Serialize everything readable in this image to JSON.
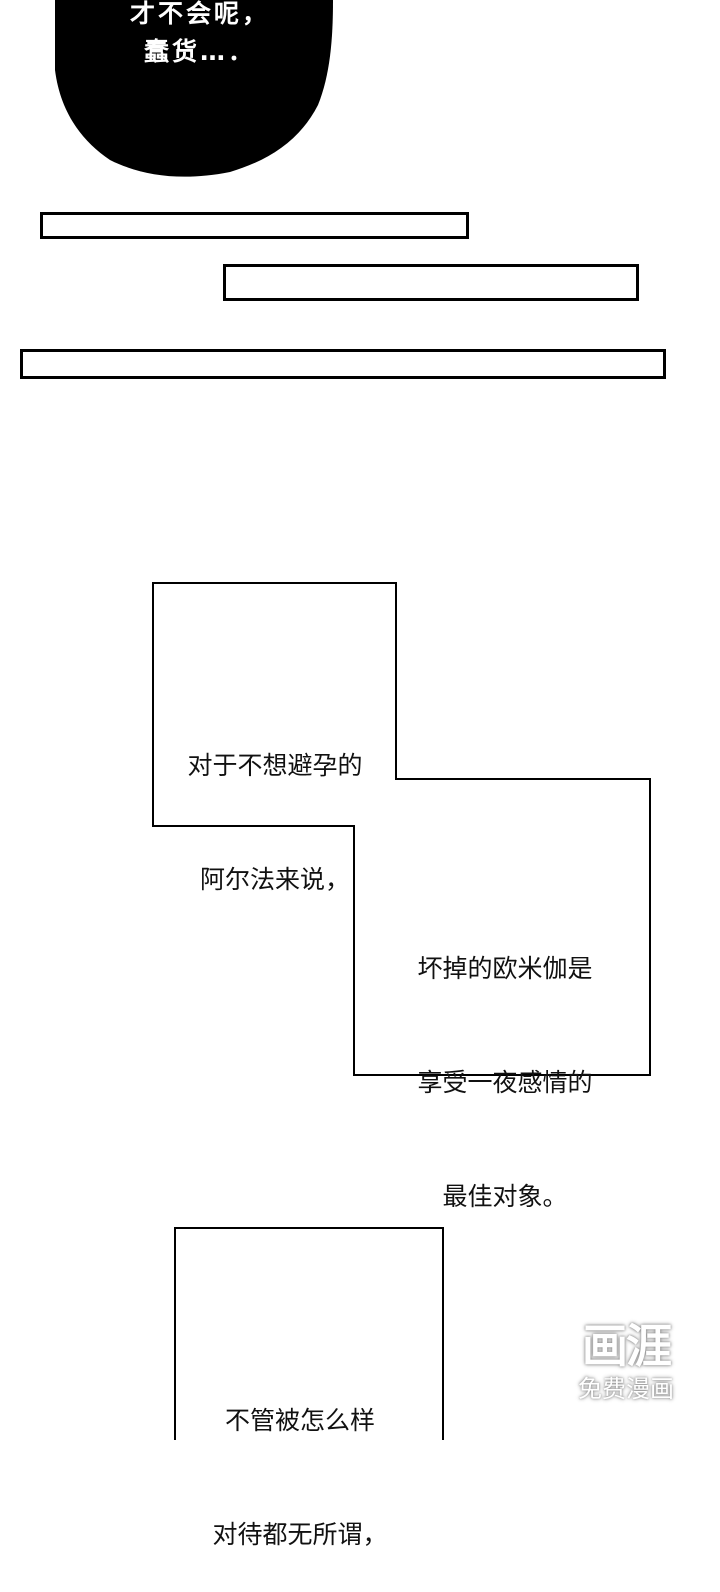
{
  "bubble": {
    "line1": "才不会呢，",
    "line2": "蠢货…．"
  },
  "panel1": {
    "line1": "对于不想避孕的",
    "line2": "阿尔法来说，"
  },
  "panel2": {
    "line1": "坏掉的欧米伽是",
    "line2": "享受一夜感情的",
    "line3": "最佳对象。"
  },
  "panel3": {
    "line1": "不管被怎么样",
    "line2": "对待都无所谓，"
  },
  "watermark": {
    "logo": "画涯",
    "tagline": "免费漫画"
  }
}
